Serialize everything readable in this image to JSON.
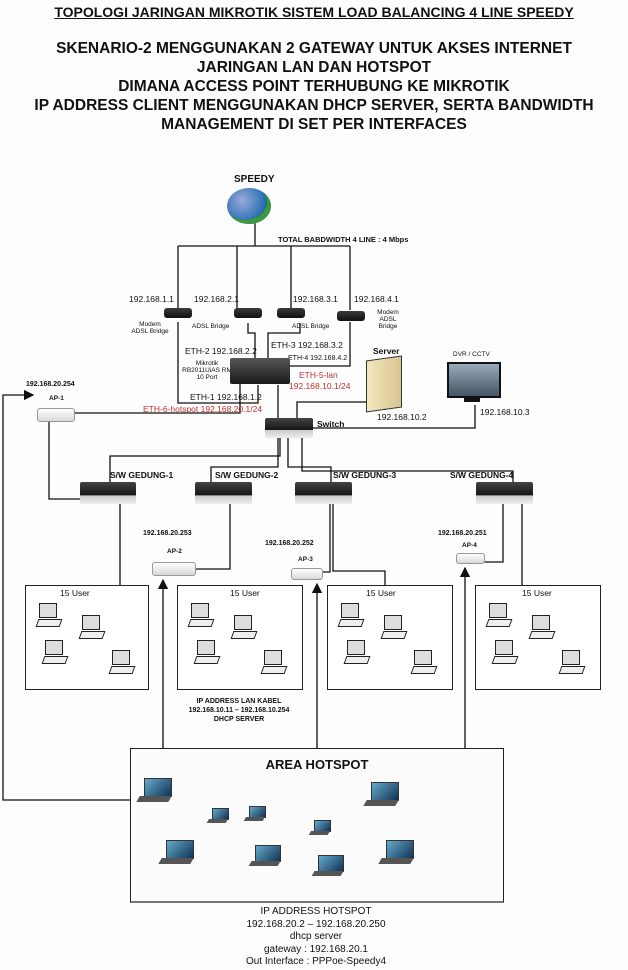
{
  "title": "TOPOLOGI JARINGAN MIKROTIK SISTEM LOAD BALANCING 4 LINE SPEEDY",
  "subtitle_lines": [
    "SKENARIO-2 MENGGUNAKAN 2 GATEWAY UNTUK AKSES INTERNET",
    "JARINGAN LAN DAN HOTSPOT",
    "DIMANA  ACCESS POINT TERHUBUNG KE MIKROTIK",
    "IP ADDRESS CLIENT MENGGUNAKAN  DHCP SERVER,  SERTA BANDWIDTH",
    "MANAGEMENT DI SET PER INTERFACES"
  ],
  "internet": {
    "label": "SPEEDY",
    "bandwidth": "TOTAL BABDWIDTH 4 LINE : 4 Mbps"
  },
  "modems": [
    {
      "ip": "192.168.1.1",
      "label": "Modem ADSL Bridge"
    },
    {
      "ip": "192.168.2.1",
      "label": "ADSL Bridge"
    },
    {
      "ip": "192.168.3.1",
      "label": "ADSL Bridge"
    },
    {
      "ip": "192.168.4.1",
      "label": "Modem ADSL Bridge"
    }
  ],
  "router": {
    "label_lines": [
      "Mikrotik",
      "RB2011UiAS RM",
      "10 Port"
    ],
    "eth1": "ETH-1 192.168.1.2",
    "eth2": "ETH-2 192.168.2.2",
    "eth3": "ETH-3 192.168.3.2",
    "eth4": "ETH-4 192.168.4.2",
    "eth5": "ETH-5-lan",
    "eth5_ip": "192.168.10.1/24",
    "eth6": "ETH-6-hotspot 192.168.20.1/24",
    "highlight_color": "#c0302a"
  },
  "server": {
    "label": "Server",
    "ip": "192.168.10.2"
  },
  "dvr": {
    "label": "DVR / CCTV",
    "ip": "192.168.10.3"
  },
  "switch": {
    "label": "Switch"
  },
  "buildings": [
    {
      "label": "S/W GEDUNG-1",
      "users": "15 User"
    },
    {
      "label": "S/W GEDUNG-2",
      "users": "15 User"
    },
    {
      "label": "S/W GEDUNG-3",
      "users": "15 User"
    },
    {
      "label": "S/W GEDUNG-4",
      "users": "15 User"
    }
  ],
  "access_points": [
    {
      "name": "AP-1",
      "ip": "192.168.20.254"
    },
    {
      "name": "AP-2",
      "ip": "192.168.20.253"
    },
    {
      "name": "AP-3",
      "ip": "192.168.20.252"
    },
    {
      "name": "AP-4",
      "ip": "192.168.20.251"
    }
  ],
  "lan_info": [
    "IP ADDRESS LAN KABEL",
    "192.168.10.11 – 192.168.10.254",
    "DHCP SERVER"
  ],
  "hotspot": {
    "title": "AREA HOTSPOT"
  },
  "hotspot_info": [
    "IP ADDRESS HOTSPOT",
    "192.168.20.2 – 192.168.20.250",
    "dhcp server",
    "gateway : 192.168.20.1",
    "Out Interface : PPPoe-Speedy4"
  ]
}
